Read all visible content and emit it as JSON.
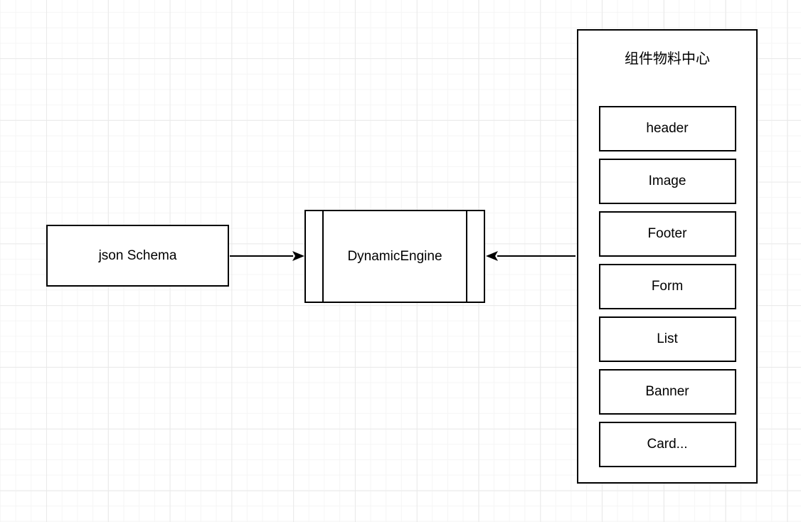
{
  "canvas": {
    "background_color": "#ffffff",
    "grid_minor_color": "#f5f5f5",
    "grid_major_color": "#e9e9e9",
    "stroke_color": "#000000",
    "fill_color": "#ffffff"
  },
  "nodes": {
    "json_schema": {
      "label": "json Schema"
    },
    "dynamic_engine": {
      "label": "DynamicEngine",
      "shape": "process"
    },
    "material_center": {
      "title": "组件物料中心",
      "components": [
        {
          "label": "header"
        },
        {
          "label": "Image"
        },
        {
          "label": "Footer"
        },
        {
          "label": "Form"
        },
        {
          "label": "List"
        },
        {
          "label": "Banner"
        },
        {
          "label": "Card..."
        }
      ]
    }
  },
  "edges": [
    {
      "name": "json-schema-to-dynamic-engine",
      "from": "json_schema",
      "to": "dynamic_engine",
      "arrowhead": "right"
    },
    {
      "name": "material-center-to-dynamic-engine",
      "from": "material_center",
      "to": "dynamic_engine",
      "arrowhead": "left"
    }
  ]
}
